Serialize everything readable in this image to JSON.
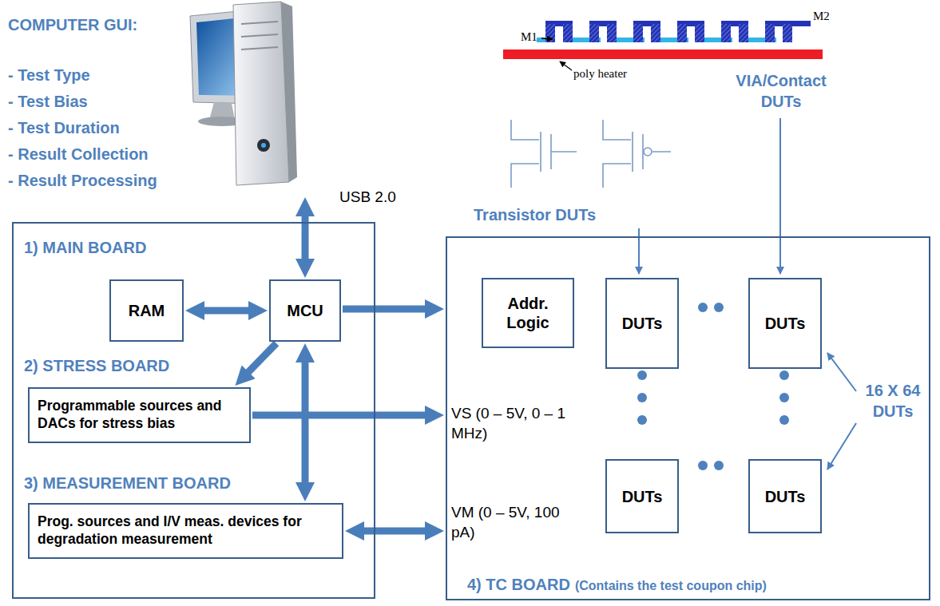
{
  "diagram": {
    "nodes": [
      {
        "text": [
          "COMPUTER GUI:",
          "- Test Type",
          "- Test Bias",
          "- Test Duration",
          "- Result Collection",
          "- Result Processing"
        ]
      },
      {
        "text": [
          "1) MAIN BOARD"
        ]
      },
      {
        "text": [
          "RAM"
        ],
        "in": 1
      },
      {
        "text": [
          "MCU"
        ],
        "in": 1
      },
      {
        "text": [
          "2) STRESS BOARD",
          "Programmable sources and DACs for stress bias"
        ],
        "in": 1
      },
      {
        "text": [
          "3) MEASUREMENT BOARD",
          "Prog. sources and I/V meas. devices for degradation measurement"
        ],
        "in": 1
      },
      {
        "text": [
          "4) TC BOARD",
          "(Contains the test coupon chip)"
        ]
      },
      {
        "text": [
          "Addr. Logic"
        ],
        "in": 6
      },
      {
        "text": [
          "DUTs"
        ],
        "in": 6
      },
      {
        "text": [
          "DUTs"
        ],
        "in": 6
      },
      {
        "text": [
          "DUTs"
        ],
        "in": 6
      },
      {
        "text": [
          "DUTs"
        ],
        "in": 6
      }
    ],
    "edges": [
      {
        "from": 0,
        "to": 3,
        "arrow": "both",
        "label": "USB 2.0"
      },
      {
        "from": 2,
        "to": 3,
        "arrow": "both"
      },
      {
        "from": 3,
        "to": 6,
        "arrow": "to"
      },
      {
        "from": 3,
        "to": 4,
        "arrow": "to"
      },
      {
        "from": 3,
        "to": 5,
        "arrow": "both"
      },
      {
        "from": 4,
        "to": 6,
        "arrow": "to"
      },
      {
        "from": 5,
        "to": 6,
        "arrow": "both"
      }
    ],
    "labels": [
      "M1",
      "M2",
      "poly heater",
      "VIA/Contact DUTs",
      "Transistor DUTs",
      "VS (0 – 5V, 0 – 1 MHz)",
      "VM (0 – 5V, 100 pA)",
      "16 X 64 DUTs"
    ]
  }
}
